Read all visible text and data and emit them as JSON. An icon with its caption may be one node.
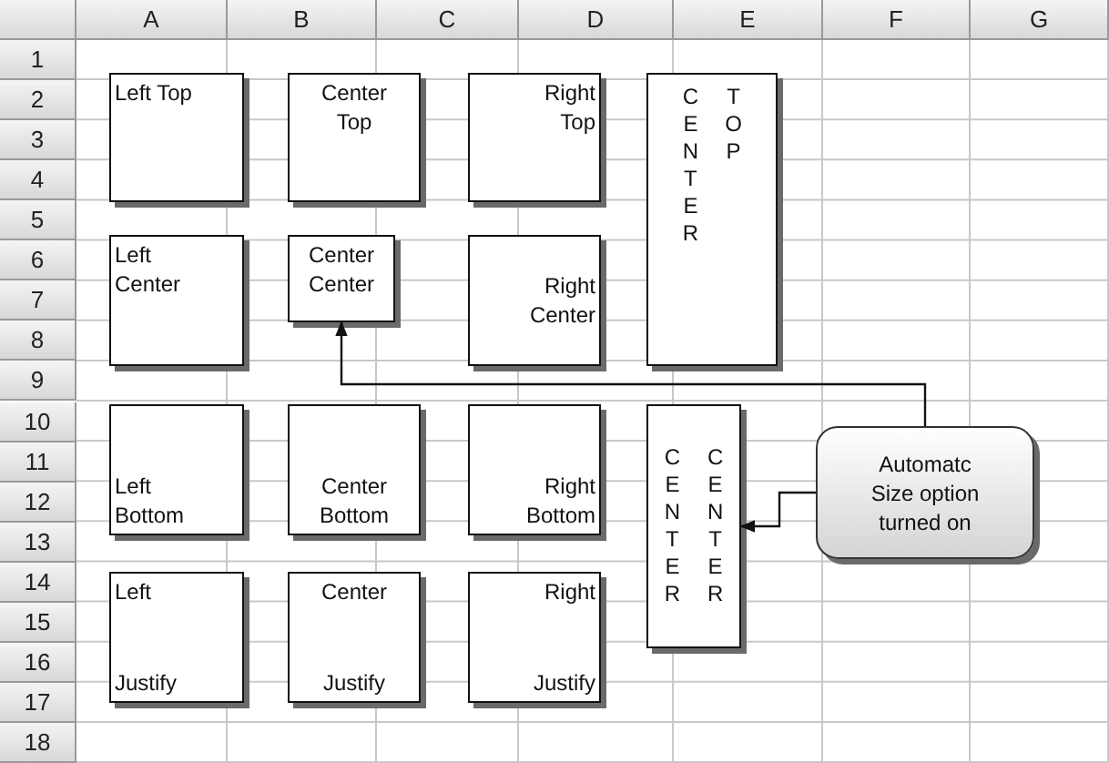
{
  "diagram": {
    "nodes": [
      {
        "text": [
          "Left Top"
        ]
      },
      {
        "text": [
          "Center Top"
        ]
      },
      {
        "text": [
          "Right Top"
        ]
      },
      {
        "text": [
          "CENTER TOP"
        ]
      },
      {
        "text": [
          "Left Center"
        ]
      },
      {
        "text": [
          "Center Center"
        ]
      },
      {
        "text": [
          "Right Center"
        ]
      },
      {
        "text": [
          "Left Bottom"
        ]
      },
      {
        "text": [
          "Center Bottom"
        ]
      },
      {
        "text": [
          "Right Bottom"
        ]
      },
      {
        "text": [
          "CENTER CENTER"
        ]
      },
      {
        "text": [
          "Automatc Size option turned on"
        ]
      },
      {
        "text": [
          "Left Justify"
        ]
      },
      {
        "text": [
          "Center Justify"
        ]
      },
      {
        "text": [
          "Right Justify"
        ]
      }
    ],
    "edges": [
      {
        "from": 11,
        "to": 5,
        "arrow": "to"
      },
      {
        "from": 11,
        "to": 10,
        "arrow": "to"
      }
    ],
    "labels": [
      "A",
      "B",
      "C",
      "D",
      "E",
      "F",
      "G",
      "1",
      "2",
      "3",
      "4",
      "5",
      "6",
      "7",
      "8",
      "9",
      "10",
      "11",
      "12",
      "13",
      "14",
      "15",
      "16",
      "17",
      "18"
    ]
  }
}
